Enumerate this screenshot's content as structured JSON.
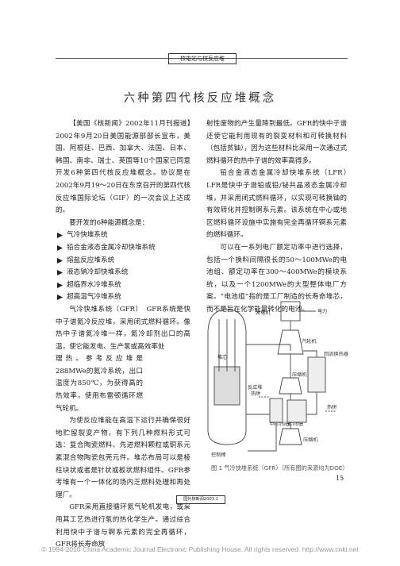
{
  "header": {
    "section": "核电站与核反应堆"
  },
  "title": "六种第四代核反应堆概念",
  "left_column": {
    "intro": "【美国《核新闻》2002年11月刊报道】2002年9月20日美国能源部部长宣布，美国、阿根廷、巴西、加拿大、法国、日本、韩国、南非、瑞士、英国等10个国家已同意开发6种第四代核反应堆概念。协议是在2002年9月19～20日在东京召开的第四代核反应堆国际论坛（GIF）的一次会议上达成的。",
    "list_intro": "要开发的6种能源概念是：",
    "concepts": [
      "气冷快堆系统",
      "铅合金液态金属冷却快堆系统",
      "熔盐反应堆系统",
      "液态钠冷却快堆系统",
      "超临界水冷堆系统",
      "超高温气冷堆系统"
    ],
    "gfr_intro": "气冷快堆系统（GFR）　GFR系统是快中子谱氦冷反应堆，采用闭式燃料循环。像热中子谱氦冷堆一样，氦冷却剂出口的高温，使它能发电、生产氢或高效率处",
    "gfr_cont": "理热。参考反应堆是288MWe的氦冷系统，出口温度为850℃，为获得高的热效率，使用布雷顿循环燃气轮机。",
    "fuel_para": "为使反应堆能在高温下运行并确保很好地贮留裂变产物，有下列几种燃料形式可选：复合陶瓷燃料、先进燃料颗粒或铜系元素混合物陶瓷包壳元件。堆芯布局可以是棱柱块状或者是针状或板状燃料组件。GFR参考堆有一个一体化的场内乏燃料处理和再处理厂。",
    "direct_para": "GFR采用直接循环氦气轮机发电，或采用其工艺热进行氢的热化学生产。通过综合利用快中子谱与锕系元素的完全再循环，GFR将长寿命放"
  },
  "right_column": {
    "cont_para": "射性废物的产生量降到最低。GFR的快中子谱还使它能利用现有的裂变材料和可转换材料（包括贫铀），因为这些材料比采用一次通过式燃料循环的热中子谱的效率高得多。",
    "lfr_para": "铅合金液态金属冷却快堆系统（LFR）　LFR是快中子谱铅或铅/铋共晶液态金属冷却堆，并采用闭式燃料循环，以实现可转换铀的有效转化并控制锕系元素。该系统在中心或地区燃料循环设施中实施有完全再循环锕系元素的燃料循环。",
    "options_para": "可以在一系列电厂额定功率中进行选择，包括一个换料间隔很长的50～100MWe的电池组、额定功率在300～400MWe的模块系统，以及一个1200MWe的大型整体电厂方案。“电池组”指的是工厂制造的长寿命堆芯，而不是旨在化学能量转化的电池。"
  },
  "diagram": {
    "labels": {
      "generator": "发电机",
      "power": "电力",
      "turbine": "汽轮机",
      "recuperator": "回流换热器",
      "reactor": "反应堆",
      "compressor": "压缩机",
      "control_rods": "控制棒",
      "heat_sink": "热阱",
      "intercooler": "中间冷却器",
      "precooler": "预冷却器",
      "heat_sink_left": "热阱",
      "compressor_low": "压缩机",
      "core": "堆芯"
    }
  },
  "caption": "图 1  气冷快堆系统（GFR）（所有图的来源均为DOE）",
  "page_number": "15",
  "footer": "国外核新闻2003.1",
  "copyright": "© 1994-2010 China Academic Journal Electronic Publishing House. All rights reserved.    http://www.cnki.net"
}
